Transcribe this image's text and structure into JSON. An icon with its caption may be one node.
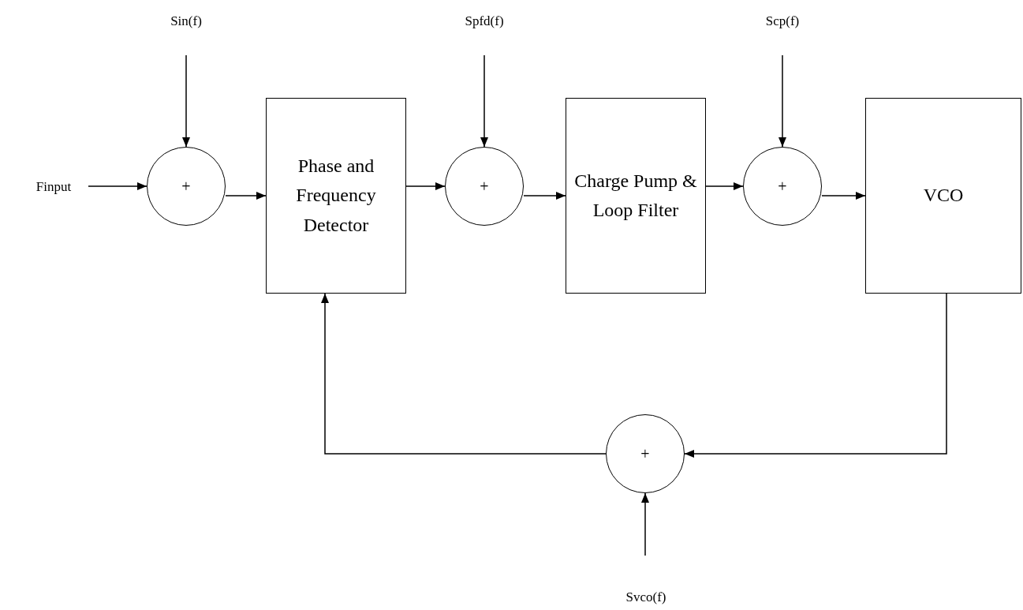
{
  "diagram": {
    "nodes": [
      {
        "text": [
          "Sin(f)"
        ]
      },
      {
        "text": [
          "Spfd(f)"
        ]
      },
      {
        "text": [
          "Scp(f)"
        ]
      },
      {
        "text": [
          "Finput"
        ]
      },
      {
        "text": [
          "+"
        ]
      },
      {
        "text": [
          "Phase and Frequency Detector"
        ]
      },
      {
        "text": [
          "+"
        ]
      },
      {
        "text": [
          "Charge Pump & Loop Filter"
        ]
      },
      {
        "text": [
          "+"
        ]
      },
      {
        "text": [
          "VCO"
        ]
      },
      {
        "text": [
          "+"
        ]
      },
      {
        "text": [
          "Svco(f)"
        ]
      }
    ],
    "edges": [
      {
        "from": 3,
        "to": 4,
        "arrow": "to"
      },
      {
        "from": 0,
        "to": 4,
        "arrow": "to"
      },
      {
        "from": 4,
        "to": 5,
        "arrow": "to"
      },
      {
        "from": 1,
        "to": 6,
        "arrow": "to"
      },
      {
        "from": 5,
        "to": 6,
        "arrow": "to"
      },
      {
        "from": 6,
        "to": 7,
        "arrow": "to"
      },
      {
        "from": 2,
        "to": 8,
        "arrow": "to"
      },
      {
        "from": 7,
        "to": 8,
        "arrow": "to"
      },
      {
        "from": 8,
        "to": 9,
        "arrow": "to"
      },
      {
        "from": 9,
        "to": 10,
        "arrow": "to"
      },
      {
        "from": 11,
        "to": 10,
        "arrow": "to"
      },
      {
        "from": 10,
        "to": 5,
        "arrow": "to"
      }
    ]
  }
}
